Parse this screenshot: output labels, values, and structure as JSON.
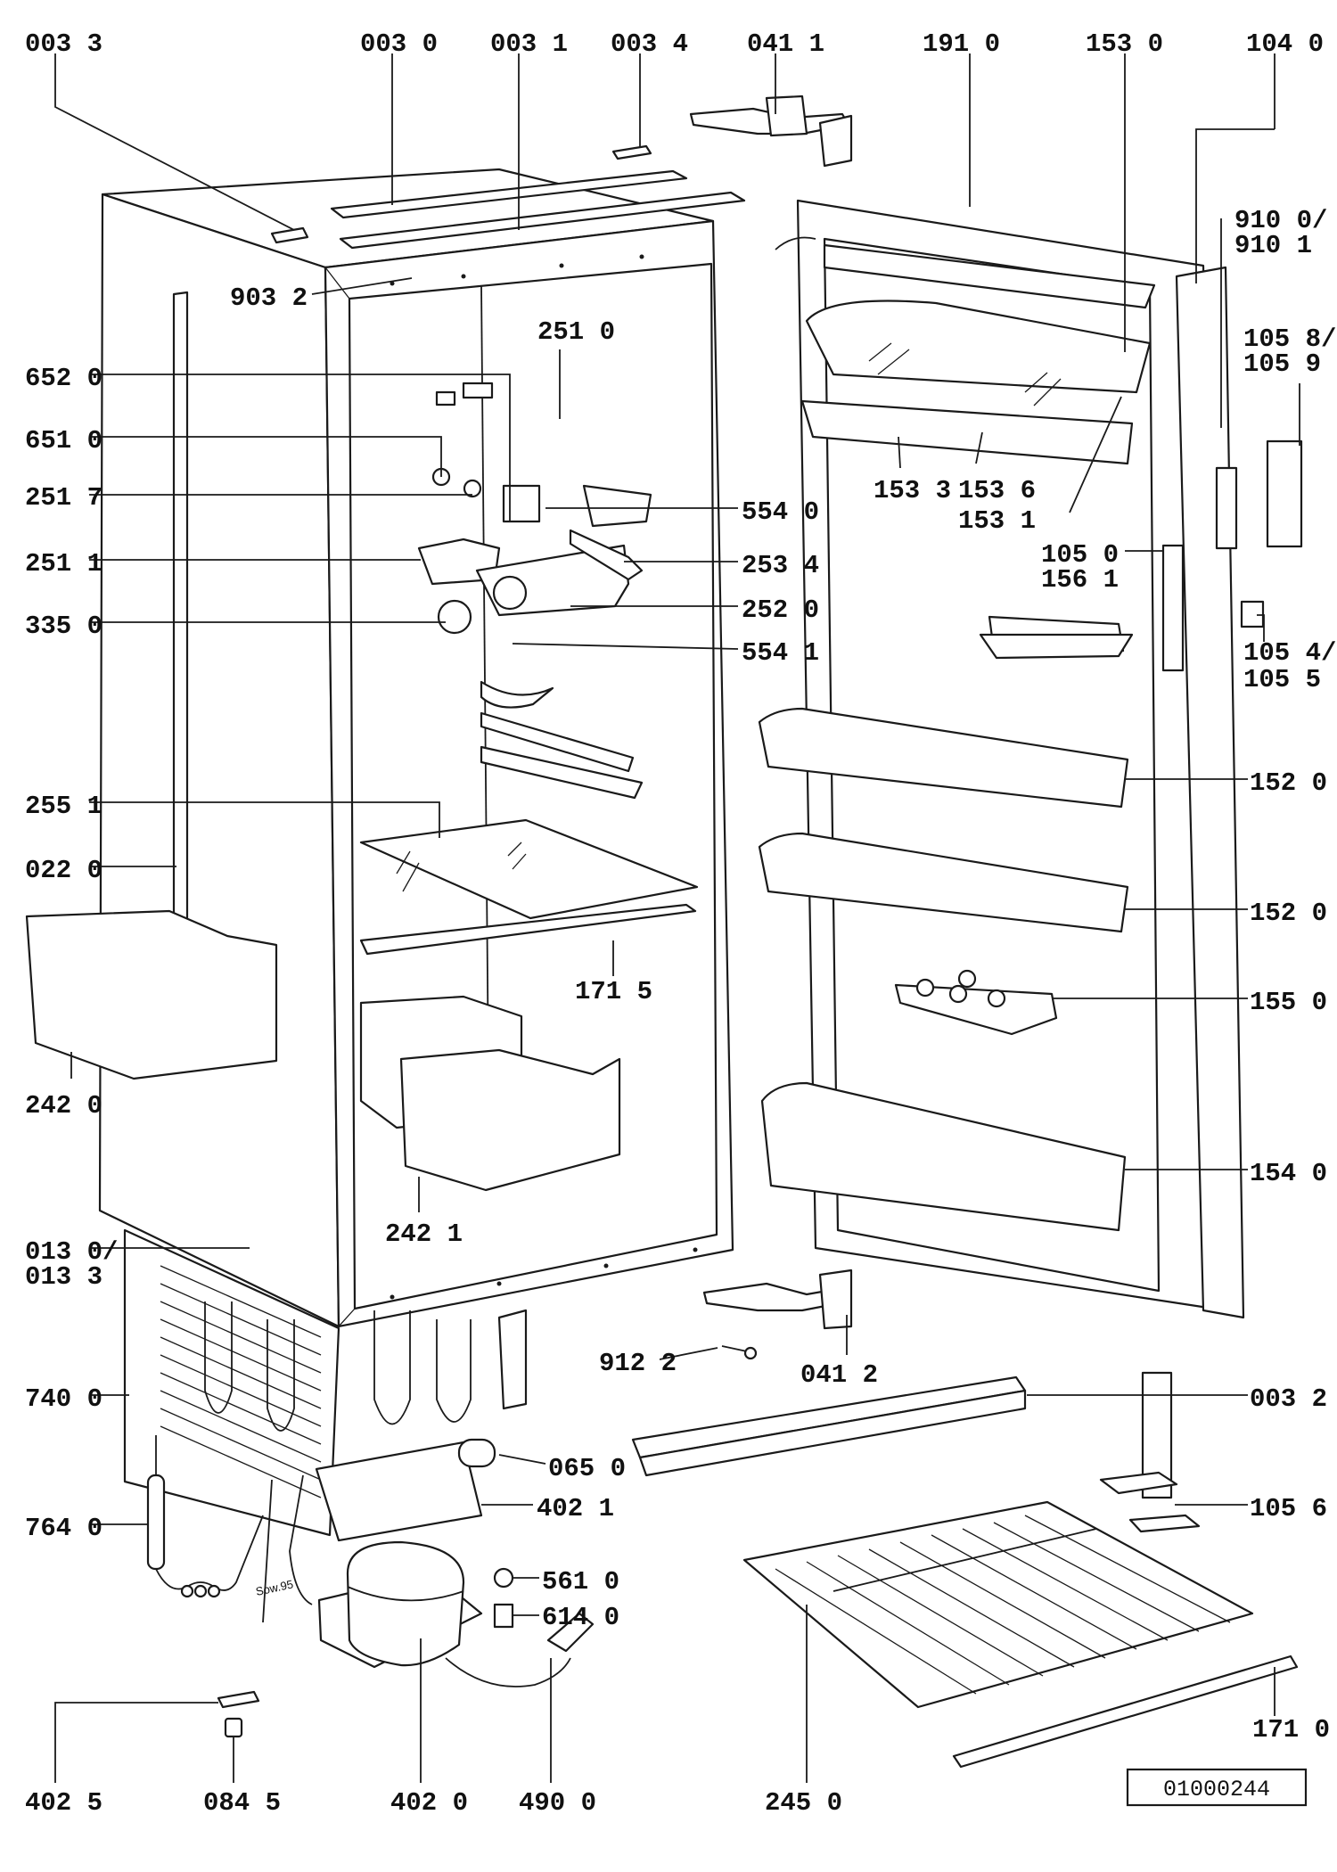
{
  "drawing_ref": "01000244",
  "signature": "Sow.95",
  "parts": [
    {
      "id": "p0033",
      "text": "003 3"
    },
    {
      "id": "p0030",
      "text": "003 0"
    },
    {
      "id": "p0031",
      "text": "003 1"
    },
    {
      "id": "p0034",
      "text": "003 4"
    },
    {
      "id": "p0411",
      "text": "041 1"
    },
    {
      "id": "p1910",
      "text": "191 0"
    },
    {
      "id": "p1530",
      "text": "153 0"
    },
    {
      "id": "p1040",
      "text": "104 0"
    },
    {
      "id": "p9100",
      "text": "910 0/"
    },
    {
      "id": "p9101",
      "text": "910 1"
    },
    {
      "id": "p9032",
      "text": "903 2"
    },
    {
      "id": "p2510",
      "text": "251 0"
    },
    {
      "id": "p1058",
      "text": "105 8/"
    },
    {
      "id": "p1059",
      "text": "105 9"
    },
    {
      "id": "p6520",
      "text": "652 0"
    },
    {
      "id": "p6510",
      "text": "651 0"
    },
    {
      "id": "p2517",
      "text": "251 7"
    },
    {
      "id": "p5540",
      "text": "554 0"
    },
    {
      "id": "p1533",
      "text": "153 3"
    },
    {
      "id": "p1536",
      "text": "153 6"
    },
    {
      "id": "p1531",
      "text": "153 1"
    },
    {
      "id": "p2511",
      "text": "251 1"
    },
    {
      "id": "p2534",
      "text": "253 4"
    },
    {
      "id": "p1050",
      "text": "105 0"
    },
    {
      "id": "p1561",
      "text": "156 1"
    },
    {
      "id": "p3350",
      "text": "335 0"
    },
    {
      "id": "p2520",
      "text": "252 0"
    },
    {
      "id": "p5541",
      "text": "554 1"
    },
    {
      "id": "p1054",
      "text": "105 4/"
    },
    {
      "id": "p1055",
      "text": "105 5"
    },
    {
      "id": "p2551",
      "text": "255 1"
    },
    {
      "id": "p1520a",
      "text": "152 0"
    },
    {
      "id": "p0220",
      "text": "022 0"
    },
    {
      "id": "p1520b",
      "text": "152 0"
    },
    {
      "id": "p1715",
      "text": "171 5"
    },
    {
      "id": "p1550",
      "text": "155 0"
    },
    {
      "id": "p2420",
      "text": "242 0"
    },
    {
      "id": "p1540",
      "text": "154 0"
    },
    {
      "id": "p2421",
      "text": "242 1"
    },
    {
      "id": "p0130",
      "text": "013 0/"
    },
    {
      "id": "p0133",
      "text": "013 3"
    },
    {
      "id": "p9122",
      "text": "912 2"
    },
    {
      "id": "p0412",
      "text": "041 2"
    },
    {
      "id": "p7400",
      "text": "740 0"
    },
    {
      "id": "p0032",
      "text": "003 2"
    },
    {
      "id": "p0650",
      "text": "065 0"
    },
    {
      "id": "p4021",
      "text": "402 1"
    },
    {
      "id": "p1056",
      "text": "105 6"
    },
    {
      "id": "p7640",
      "text": "764 0"
    },
    {
      "id": "p5610",
      "text": "561 0"
    },
    {
      "id": "p6140",
      "text": "614 0"
    },
    {
      "id": "p4025",
      "text": "402 5"
    },
    {
      "id": "p0845",
      "text": "084 5"
    },
    {
      "id": "p4020",
      "text": "402 0"
    },
    {
      "id": "p4900",
      "text": "490 0"
    },
    {
      "id": "p2450",
      "text": "245 0"
    },
    {
      "id": "p1710",
      "text": "171 0"
    }
  ]
}
